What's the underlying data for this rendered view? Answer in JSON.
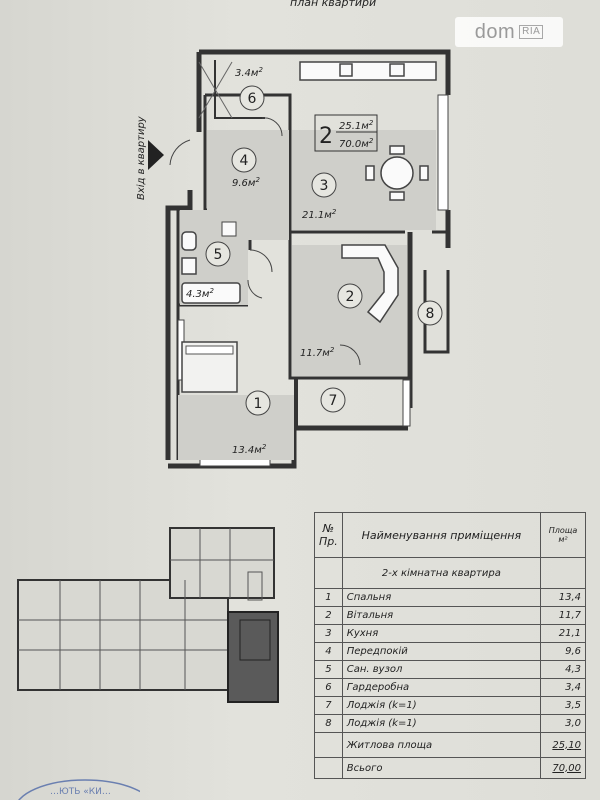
{
  "header_text": "план квартири",
  "watermark": {
    "brand": "dom",
    "badge": "RIA"
  },
  "entrance_label": "Вхід в квартиру",
  "apartment": {
    "number": "2",
    "living_area": "25.1",
    "total_area": "70.0",
    "unit": "м"
  },
  "rooms": [
    {
      "num": "1",
      "area": "13.4"
    },
    {
      "num": "2",
      "area": "11.7"
    },
    {
      "num": "3",
      "area": "21.1"
    },
    {
      "num": "4",
      "area": "9.6"
    },
    {
      "num": "5",
      "area": "4.3"
    },
    {
      "num": "6",
      "area": "3.4"
    },
    {
      "num": "7",
      "area": ""
    },
    {
      "num": "8",
      "area": ""
    }
  ],
  "unit_sup": "2",
  "table": {
    "headers": {
      "num": "№ Пр.",
      "name": "Найменування приміщення",
      "area": "Площа м²"
    },
    "subtitle": "2-х кімнатна квартира",
    "rows": [
      {
        "num": "1",
        "name": "Спальня",
        "area": "13,4"
      },
      {
        "num": "2",
        "name": "Вітальня",
        "area": "11,7"
      },
      {
        "num": "3",
        "name": "Кухня",
        "area": "21,1"
      },
      {
        "num": "4",
        "name": "Передпокій",
        "area": "9,6"
      },
      {
        "num": "5",
        "name": "Сан. вузол",
        "area": "4,3"
      },
      {
        "num": "6",
        "name": "Гардеробна",
        "area": "3,4"
      },
      {
        "num": "7",
        "name": "Лоджія (k=1)",
        "area": "3,5"
      },
      {
        "num": "8",
        "name": "Лоджія (k=1)",
        "area": "3,0"
      }
    ],
    "living_label": "Житлова площа",
    "living_value": "25,10",
    "total_label": "Всього",
    "total_value": "70,00"
  },
  "stamp_text": "…ЮТЬ «КИ…"
}
